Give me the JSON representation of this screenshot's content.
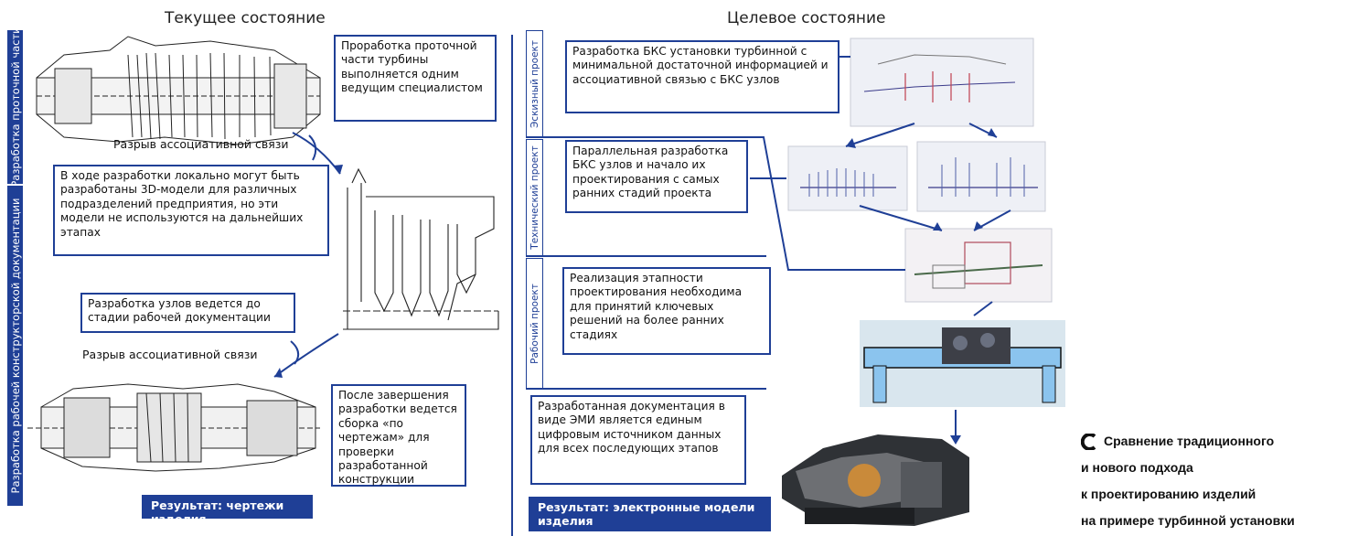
{
  "left": {
    "title": "Текущее состояние",
    "bar_top": "Разработка проточной части",
    "bar_bottom": "Разработка рабочей конструкторской документации",
    "box1": "Проработка проточной части турбины выполняется одним ведущим специалистом",
    "break1": "Разрыв ассоциативной связи",
    "box2": "В ходе разработки локально могут быть разработаны 3D-модели для различных подразделений предприятия, но эти модели не используются на дальнейших этапах",
    "box3": "Разработка узлов ведется до стадии рабочей документации",
    "break2": "Разрыв ассоциативной связи",
    "box4": "После завершения разработки ведется сборка «по чертежам» для проверки разработанной конструкции",
    "result": "Результат: чертежи изделия"
  },
  "right": {
    "title": "Целевое состояние",
    "stage1": "Эскизный проект",
    "stage2": "Технический проект",
    "stage3": "Рабочий проект",
    "box1": "Разработка БКС установки турбинной с минимальной достаточной информацией и ассоциативной связью с БКС узлов",
    "box2": "Параллельная разработка БКС узлов и начало их проектирования с самых ранних стадий проекта",
    "box3": "Реализация этапности проектирования необходима для принятий ключевых решений на более ранних стадиях",
    "box4": "Разработанная документация в виде ЭМИ является единым цифровым источником данных для всех последующих этапов",
    "result": "Результат: электронные модели изделия"
  },
  "caption": {
    "line1": "Сравнение традиционного",
    "line2": "и нового подхода",
    "line3": "к проектированию изделий",
    "line4": "на примере турбинной установки"
  },
  "colors": {
    "accent": "#1f3f96",
    "text": "#1d1d1b"
  }
}
